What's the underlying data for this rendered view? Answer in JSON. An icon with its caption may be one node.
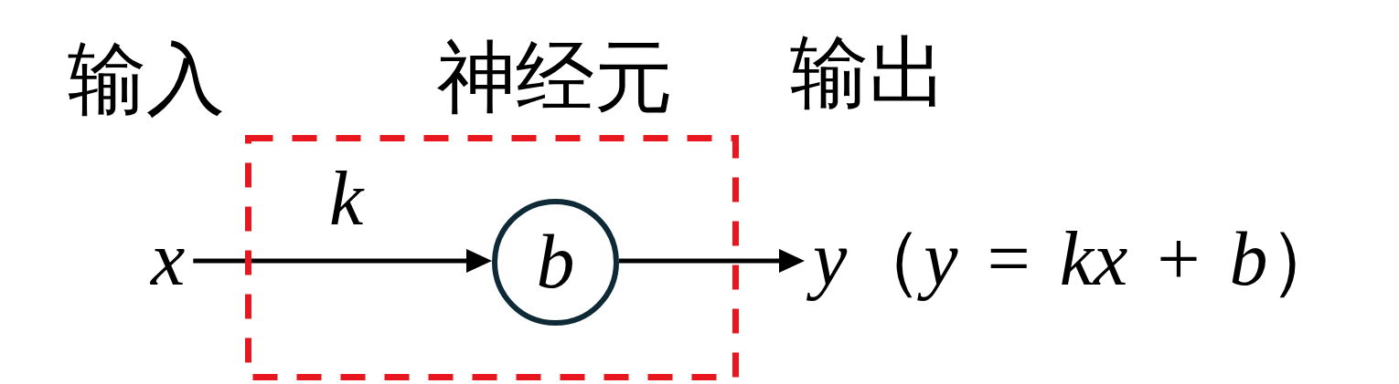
{
  "diagram": {
    "nodes": [
      {
        "text": [
          "神经元"
        ]
      },
      {
        "text": [
          "x"
        ]
      },
      {
        "text": [
          "b"
        ],
        "in": 0
      },
      {
        "text": [
          "*y*（*y* = *kx* + *b*）"
        ]
      }
    ],
    "edges": [
      {
        "from": 1,
        "to": 2,
        "arrow": "to",
        "label": "k"
      },
      {
        "from": 2,
        "to": 3,
        "arrow": "to"
      }
    ],
    "labels": [
      "输入",
      "输出"
    ]
  }
}
